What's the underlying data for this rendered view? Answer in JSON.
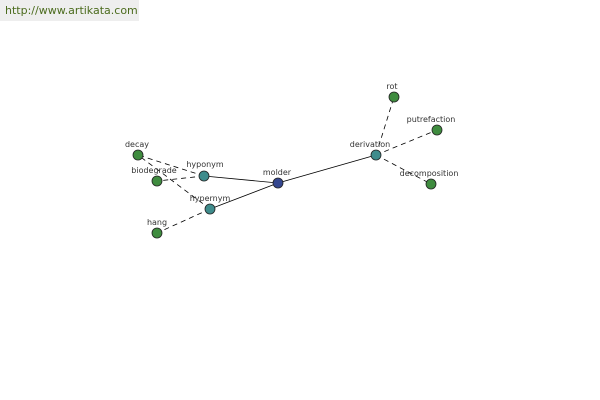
{
  "site_url": "http://www.artikata.com",
  "colors": {
    "root": "#34468f",
    "relation": "#3f8c8c",
    "leaf": "#3f8c3f",
    "node_outline": "#222222",
    "edge": "#000000",
    "label": "#333333"
  },
  "graph": {
    "nodes": [
      {
        "id": "molder",
        "label": "molder",
        "kind": "root"
      },
      {
        "id": "hyponym",
        "label": "hyponym",
        "kind": "relation"
      },
      {
        "id": "hypernym",
        "label": "hypernym",
        "kind": "relation"
      },
      {
        "id": "derivation",
        "label": "derivation",
        "kind": "relation"
      },
      {
        "id": "decay",
        "label": "decay",
        "kind": "leaf"
      },
      {
        "id": "biodegrade",
        "label": "biodegrade",
        "kind": "leaf"
      },
      {
        "id": "hang",
        "label": "hang",
        "kind": "leaf"
      },
      {
        "id": "rot",
        "label": "rot",
        "kind": "leaf"
      },
      {
        "id": "putrefaction",
        "label": "putrefaction",
        "kind": "leaf"
      },
      {
        "id": "decomposition",
        "label": "decomposition",
        "kind": "leaf"
      }
    ],
    "edges": [
      {
        "from": "molder",
        "to": "hyponym",
        "style": "solid"
      },
      {
        "from": "molder",
        "to": "hypernym",
        "style": "solid"
      },
      {
        "from": "molder",
        "to": "derivation",
        "style": "solid"
      },
      {
        "from": "hyponym",
        "to": "decay",
        "style": "dashed"
      },
      {
        "from": "hyponym",
        "to": "biodegrade",
        "style": "dashed"
      },
      {
        "from": "hypernym",
        "to": "decay",
        "style": "dashed"
      },
      {
        "from": "hypernym",
        "to": "hang",
        "style": "dashed"
      },
      {
        "from": "derivation",
        "to": "rot",
        "style": "dashed"
      },
      {
        "from": "derivation",
        "to": "putrefaction",
        "style": "dashed"
      },
      {
        "from": "derivation",
        "to": "decomposition",
        "style": "dashed"
      }
    ]
  }
}
